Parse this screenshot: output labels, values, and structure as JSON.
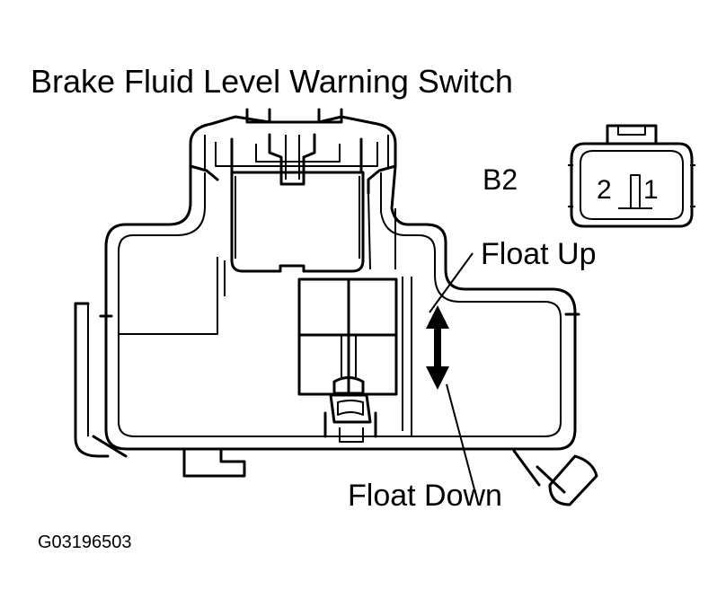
{
  "diagram": {
    "title": "Brake Fluid Level Warning Switch",
    "connector": {
      "id": "B2",
      "pins": [
        "2",
        "1"
      ]
    },
    "callouts": {
      "float_up": "Float Up",
      "float_down": "Float Down"
    },
    "figure_id": "G03196503"
  }
}
